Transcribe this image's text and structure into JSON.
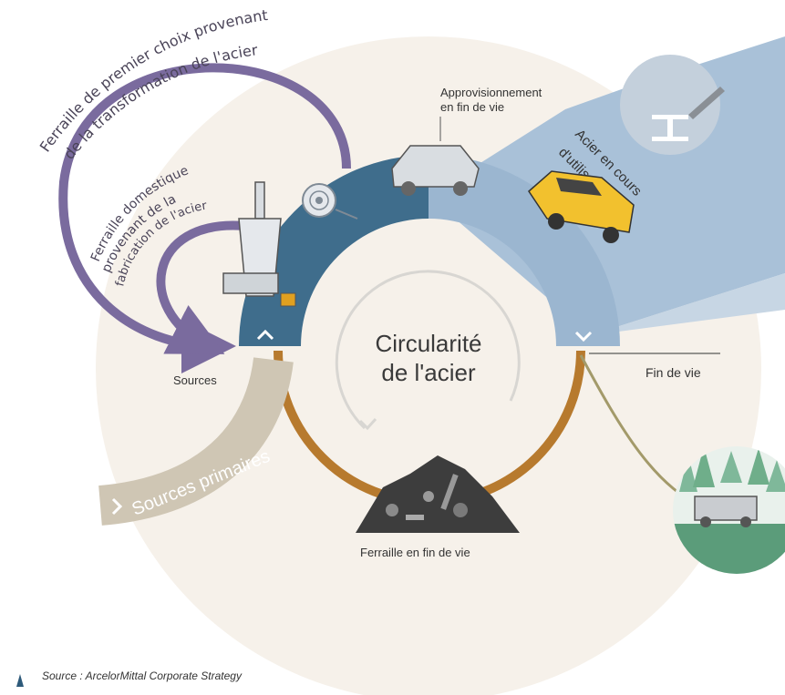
{
  "center": {
    "title_line1": "Circularité",
    "title_line2": "de l'acier"
  },
  "labels": {
    "approvisionnement_line1": "Approvisionnement",
    "approvisionnement_line2": "en fin de vie",
    "sources": "Sources",
    "fin_de_vie": "Fin de vie",
    "ferraille_fin_de_vie": "Ferraille en fin de vie",
    "sources_primaires": "Sources primaires",
    "acier_en_cours_line1": "Acier en cours",
    "acier_en_cours_line2": "d'utilisation"
  },
  "curved_labels": {
    "premier_choix_line1": "Ferraille de premier choix provenant",
    "premier_choix_line2": "de la transformation de l'acier",
    "domestique_line1": "Ferraille domestique",
    "domestique_line2": "provenant de la",
    "domestique_line3": "fabrication de l'acier"
  },
  "footer": {
    "source": "Source : ArcelorMittal Corporate Strategy"
  },
  "icons": [
    "steel-coil-icon",
    "blast-furnace-icon",
    "car-wreck-icon",
    "yellow-car-icon",
    "i-beam-icon",
    "scrap-pile-icon",
    "forest-car-icon",
    "chevron-up-icon",
    "chevron-down-icon"
  ],
  "colors": {
    "ring_blue": "#3f6d8c",
    "ring_light_blue": "#9bb6d0",
    "ring_orange": "#b77a2e",
    "purple_arrow": "#7a6b9e",
    "beige_arrow": "#cfc6b4",
    "background_circle": "#f6f1ea",
    "olive_line": "#a39a6a",
    "forest_green": "#6fae8a"
  }
}
